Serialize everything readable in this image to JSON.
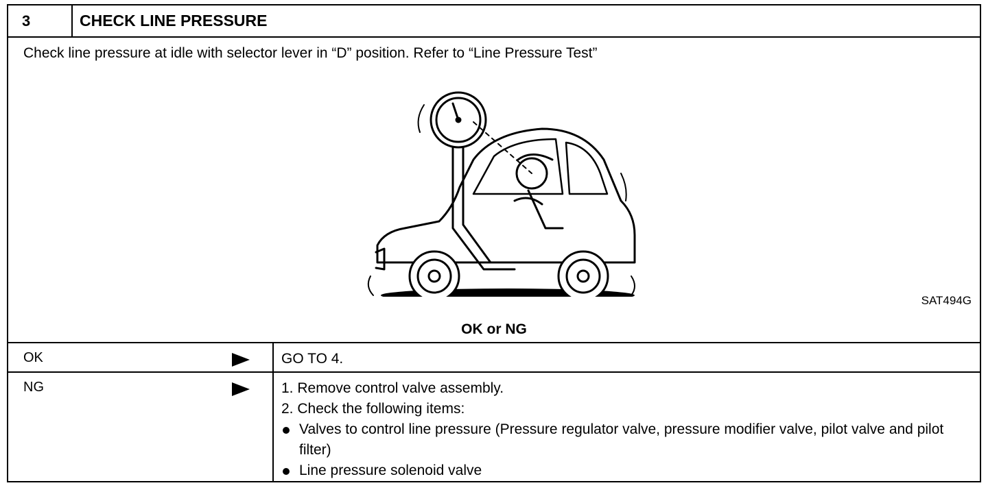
{
  "step": {
    "number": "3",
    "title": "CHECK LINE PRESSURE"
  },
  "instruction": "Check line pressure at idle with selector lever in “D” position. Refer to “Line Pressure Test”",
  "figure": {
    "code": "SAT494G",
    "icon": "car-with-pressure-gauge-illustration"
  },
  "result_prompt": "OK or NG",
  "results": {
    "ok": {
      "label": "OK",
      "action": "GO TO 4."
    },
    "ng": {
      "label": "NG",
      "steps": [
        "1.  Remove control valve assembly.",
        "2.  Check the following items:"
      ],
      "items": [
        "Valves to control line pressure (Pressure regulator valve, pressure modifier valve, pilot valve and pilot filter)",
        "Line pressure solenoid valve"
      ]
    }
  },
  "icons": {
    "arrow": "right-triangle-arrow-icon",
    "bullet": "bullet-dot-icon"
  }
}
